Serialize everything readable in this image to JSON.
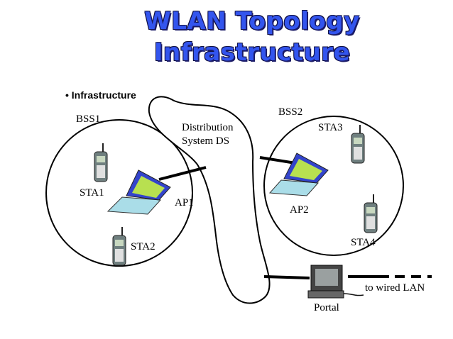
{
  "title": {
    "line1": "WLAN Topology",
    "line2": "Infrastructure"
  },
  "bullet": "• Infrastructure",
  "labels": {
    "bss1": "BSS1",
    "bss2": "BSS2",
    "ds_line1": "Distribution",
    "ds_line2": "System DS",
    "sta1": "STA1",
    "sta2": "STA2",
    "sta3": "STA3",
    "sta4": "STA4",
    "ap1": "AP1",
    "ap2": "AP2",
    "portal": "Portal",
    "wired": "to wired LAN"
  },
  "colors": {
    "title": "#3355ee",
    "laptop_body": "#aadde8",
    "laptop_screen_frame": "#3344cc",
    "laptop_screen": "#b8e050",
    "phone": "#6f7f7f"
  }
}
